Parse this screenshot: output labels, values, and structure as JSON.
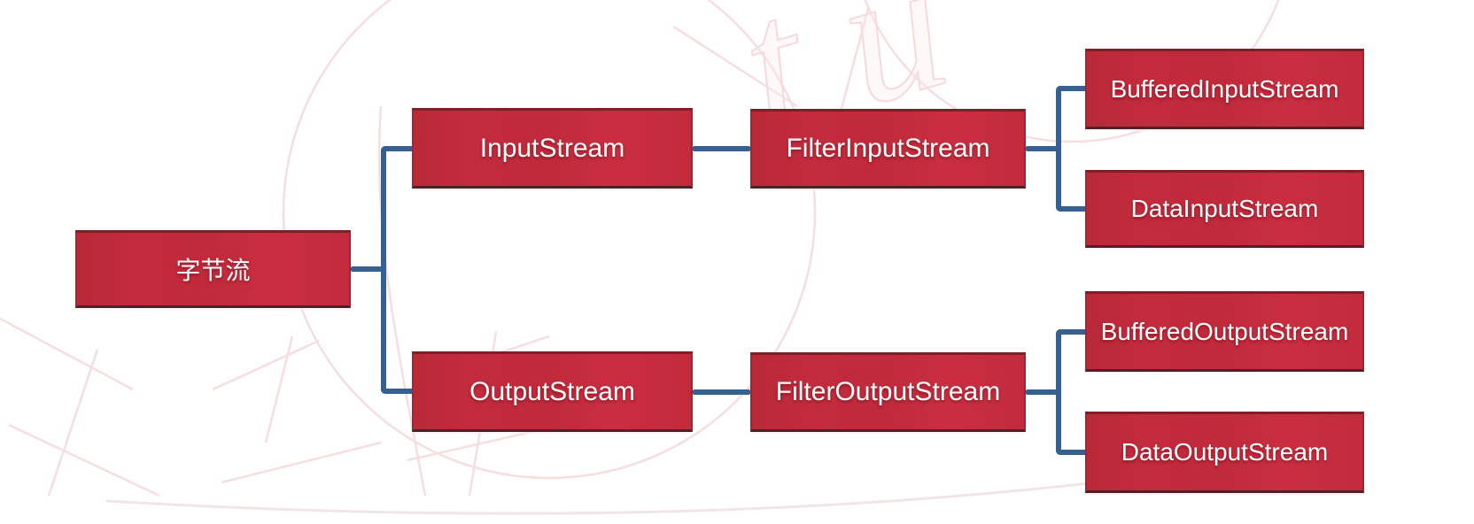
{
  "diagram": {
    "type": "tree",
    "topic": "Java byte stream class hierarchy",
    "nodes": {
      "root": {
        "label": "字节流"
      },
      "input_stream": {
        "label": "InputStream"
      },
      "output_stream": {
        "label": "OutputStream"
      },
      "filter_input_stream": {
        "label": "FilterInputStream"
      },
      "filter_output_stream": {
        "label": "FilterOutputStream"
      },
      "buffered_input_stream": {
        "label": "BufferedInputStream"
      },
      "data_input_stream": {
        "label": "DataInputStream"
      },
      "buffered_output_stream": {
        "label": "BufferedOutputStream"
      },
      "data_output_stream": {
        "label": "DataOutputStream"
      }
    },
    "edges": [
      [
        "字节流",
        "InputStream"
      ],
      [
        "字节流",
        "OutputStream"
      ],
      [
        "InputStream",
        "FilterInputStream"
      ],
      [
        "FilterInputStream",
        "BufferedInputStream"
      ],
      [
        "FilterInputStream",
        "DataInputStream"
      ],
      [
        "OutputStream",
        "FilterOutputStream"
      ],
      [
        "FilterOutputStream",
        "BufferedOutputStream"
      ],
      [
        "FilterOutputStream",
        "DataOutputStream"
      ]
    ],
    "watermark": {
      "fragment": "tu"
    }
  },
  "colors": {
    "node_fill": "#c32b3d",
    "node_border_top": "#7d1f27",
    "node_border_bottom": "#4a2228",
    "node_text": "#ffffff",
    "connector": "#36608f",
    "watermark_pink": "#f6dada",
    "background": "#ffffff"
  }
}
